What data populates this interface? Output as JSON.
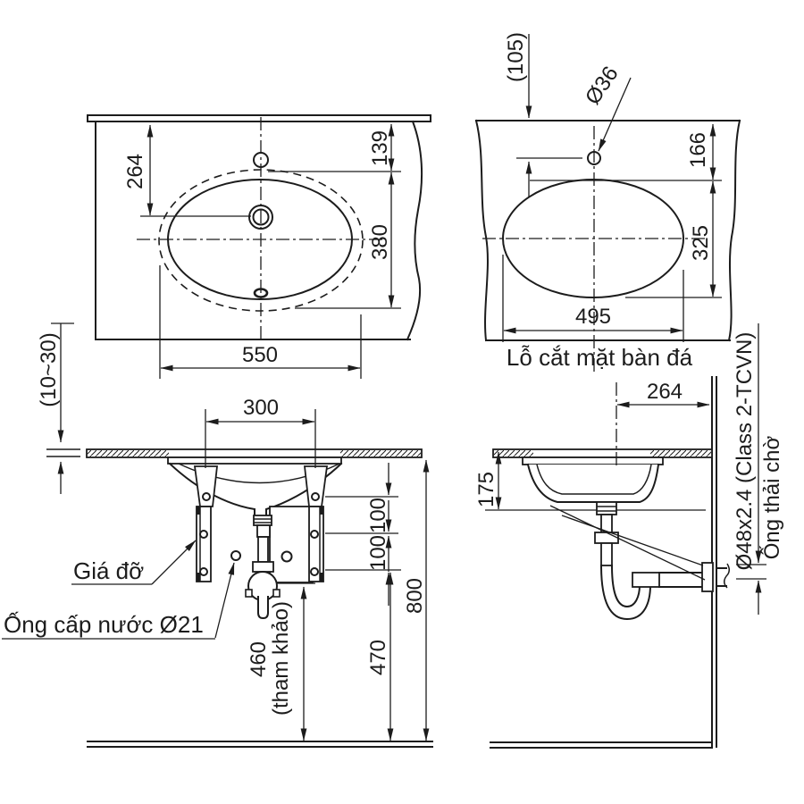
{
  "drawing": {
    "colors": {
      "line": "#1c1c1c",
      "background": "#ffffff"
    },
    "plan_view": {
      "dim_edge_to_drain": "264",
      "dim_edge_to_basin": "139",
      "dim_basin_depth": "380",
      "dim_basin_width": "550"
    },
    "cutout_view": {
      "dim_hole_offset": "(105)",
      "dim_hole_diameter": "Ø36",
      "dim_edge_to_cut": "166",
      "dim_cut_depth": "325",
      "dim_cut_width": "495",
      "caption": "Lỗ cắt mặt bàn đá"
    },
    "front_view": {
      "dim_counter_thickness": "(10~30)",
      "dim_bracket_spacing": "300",
      "dim_hole_gap_upper": "100",
      "dim_hole_gap_lower": "100",
      "dim_counter_height": "800",
      "dim_bracket_to_floor": "470",
      "dim_trap_to_floor": "460",
      "dim_trap_note": "(tham khảo)",
      "label_bracket": "Giá đỡ",
      "label_supply_pipe": "Ống cấp nước Ø21"
    },
    "side_view": {
      "dim_center_to_wall": "264",
      "dim_bowl_depth": "175",
      "label_drain_spec": "Ø48x2.4 (Class 2-TCVN)",
      "label_waste_pipe": "Ống thải chờ"
    }
  }
}
